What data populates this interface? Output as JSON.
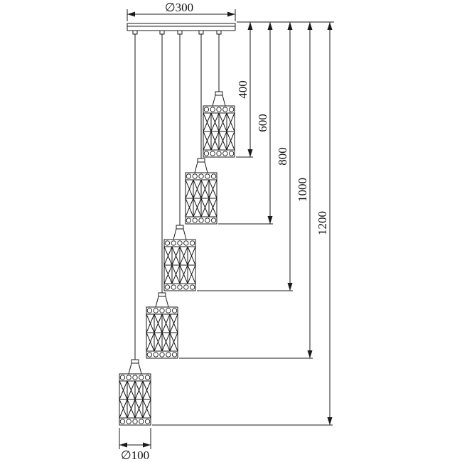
{
  "diagram": {
    "type": "pendant-light-dimension-drawing",
    "line_color": "#1a1a1a",
    "background_color": "#ffffff",
    "canopy_diameter_label": "∅300",
    "shade_diameter_label": "∅100",
    "drop_length_labels": [
      "400",
      "600",
      "800",
      "1000",
      "1200"
    ],
    "pendant_count": 5
  }
}
